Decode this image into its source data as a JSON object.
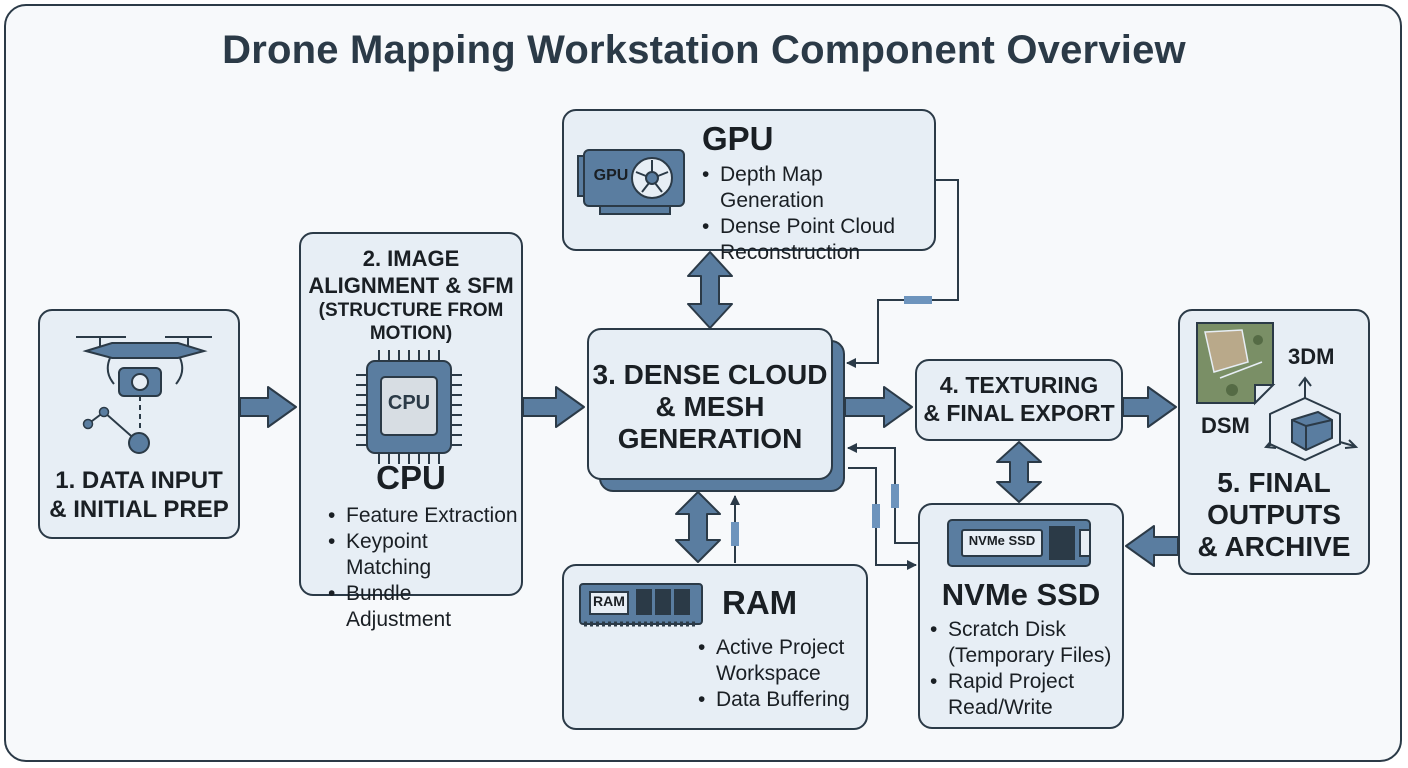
{
  "title": "Drone Mapping Workstation Component Overview",
  "nodes": {
    "data_input": {
      "title_line1": "1. DATA INPUT",
      "title_line2": "& INITIAL PREP"
    },
    "cpu": {
      "title_line1": "2. IMAGE",
      "title_line2": "ALIGNMENT & SFM",
      "subtitle_line1": "(STRUCTURE FROM",
      "subtitle_line2": "MOTION)",
      "chip_label": "CPU",
      "heading": "CPU",
      "bullets": [
        "Feature Extraction",
        "Keypoint Matching",
        "Bundle Adjustment"
      ]
    },
    "gpu": {
      "card_label": "GPU",
      "heading": "GPU",
      "bullets": [
        {
          "line1": "Depth Map Generation",
          "line2": ""
        },
        {
          "line1": "Dense Point Cloud",
          "line2": "Reconstruction"
        }
      ]
    },
    "dense": {
      "title_line1": "3. DENSE CLOUD",
      "title_line2": "& MESH",
      "title_line3": "GENERATION"
    },
    "ram": {
      "module_label": "RAM",
      "heading": "RAM",
      "bullets": [
        {
          "line1": "Active Project",
          "line2": "Workspace"
        },
        {
          "line1": "Data Buffering",
          "line2": ""
        }
      ]
    },
    "texturing": {
      "title_line1": "4. TEXTURING",
      "title_line2": "& FINAL EXPORT"
    },
    "ssd": {
      "drive_label": "NVMe SSD",
      "heading": "NVMe SSD",
      "bullets": [
        {
          "line1": "Scratch Disk",
          "line2": "(Temporary Files)"
        },
        {
          "line1": "Rapid Project",
          "line2": "Read/Write"
        }
      ]
    },
    "outputs": {
      "label_3dm": "3DM",
      "label_dsm": "DSM",
      "title_line1": "5. FINAL",
      "title_line2": "OUTPUTS",
      "title_line3": "& ARCHIVE"
    }
  },
  "colors": {
    "outline": "#2b3a47",
    "box_fill": "#e7eef5",
    "accent_blue": "#5a7da0",
    "dash_blue": "#6d94bd",
    "arrow_fill": "#5a7da0"
  },
  "icons": [
    "drone-icon",
    "node-graph-icon",
    "cpu-chip-icon",
    "gpu-card-icon",
    "ram-module-icon",
    "nvme-ssd-icon",
    "map-sheet-icon",
    "3d-cube-icon"
  ]
}
